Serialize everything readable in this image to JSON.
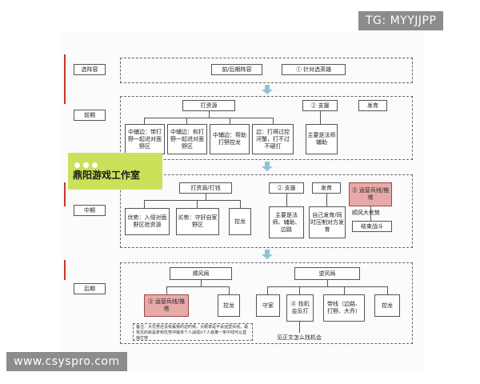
{
  "watermarks": {
    "top_right": "TG: MYYJJPP",
    "bottom_left": "www.csyspro.com"
  },
  "overlay": {
    "title": "鼎阳游戏工作室"
  },
  "phases": {
    "pick": "选阵容",
    "early": "前期",
    "mid": "中期",
    "late": "后期"
  },
  "pick": {
    "box1": "前/后期阵容",
    "box2": "① 针对选英雄"
  },
  "early": {
    "farm": "打资源",
    "support": "② 支援",
    "develop": "发育",
    "sub1": "中辅边：带打野一起进对面野区",
    "sub2": "中辅边：和打野一起进对面野区",
    "sub3": "中辅边：帮助打野控龙",
    "sub4": "边：打得过控河蟹，打不过不硬打",
    "support_detail": "主要是法师辅助"
  },
  "mid": {
    "farm": "打资源/打钱",
    "support": "② 支援",
    "develop": "发育",
    "push": "③ 运营兵线/推塔",
    "sub1": "优势：入侵对面野区抢资源",
    "sub2": "劣势：守好自家野区",
    "sub3": "控龙",
    "support_detail": "主要是法师、辅助、边路",
    "develop_detail": "自己发育/同时压制对方发育",
    "smooth_label": "顺风大优势",
    "end_game": "结束战斗"
  },
  "late": {
    "ahead": "顺风局",
    "behind": "逆风局",
    "push": "③ 运营兵线/推塔",
    "dragon_ahead": "控龙",
    "defend": "守家",
    "find_chance": "④ 找机会反打",
    "wave": "带线（边路、打野、大乔）",
    "dragon_behind": "控龙",
    "note": "备注：大优势还没有赢我的这时候，大概率是不会运营兵线，最常见的就是拿到优势冲输单个人战成8个人就推一条中线可以直接打穿",
    "see_text": "见正文怎么找机会"
  }
}
